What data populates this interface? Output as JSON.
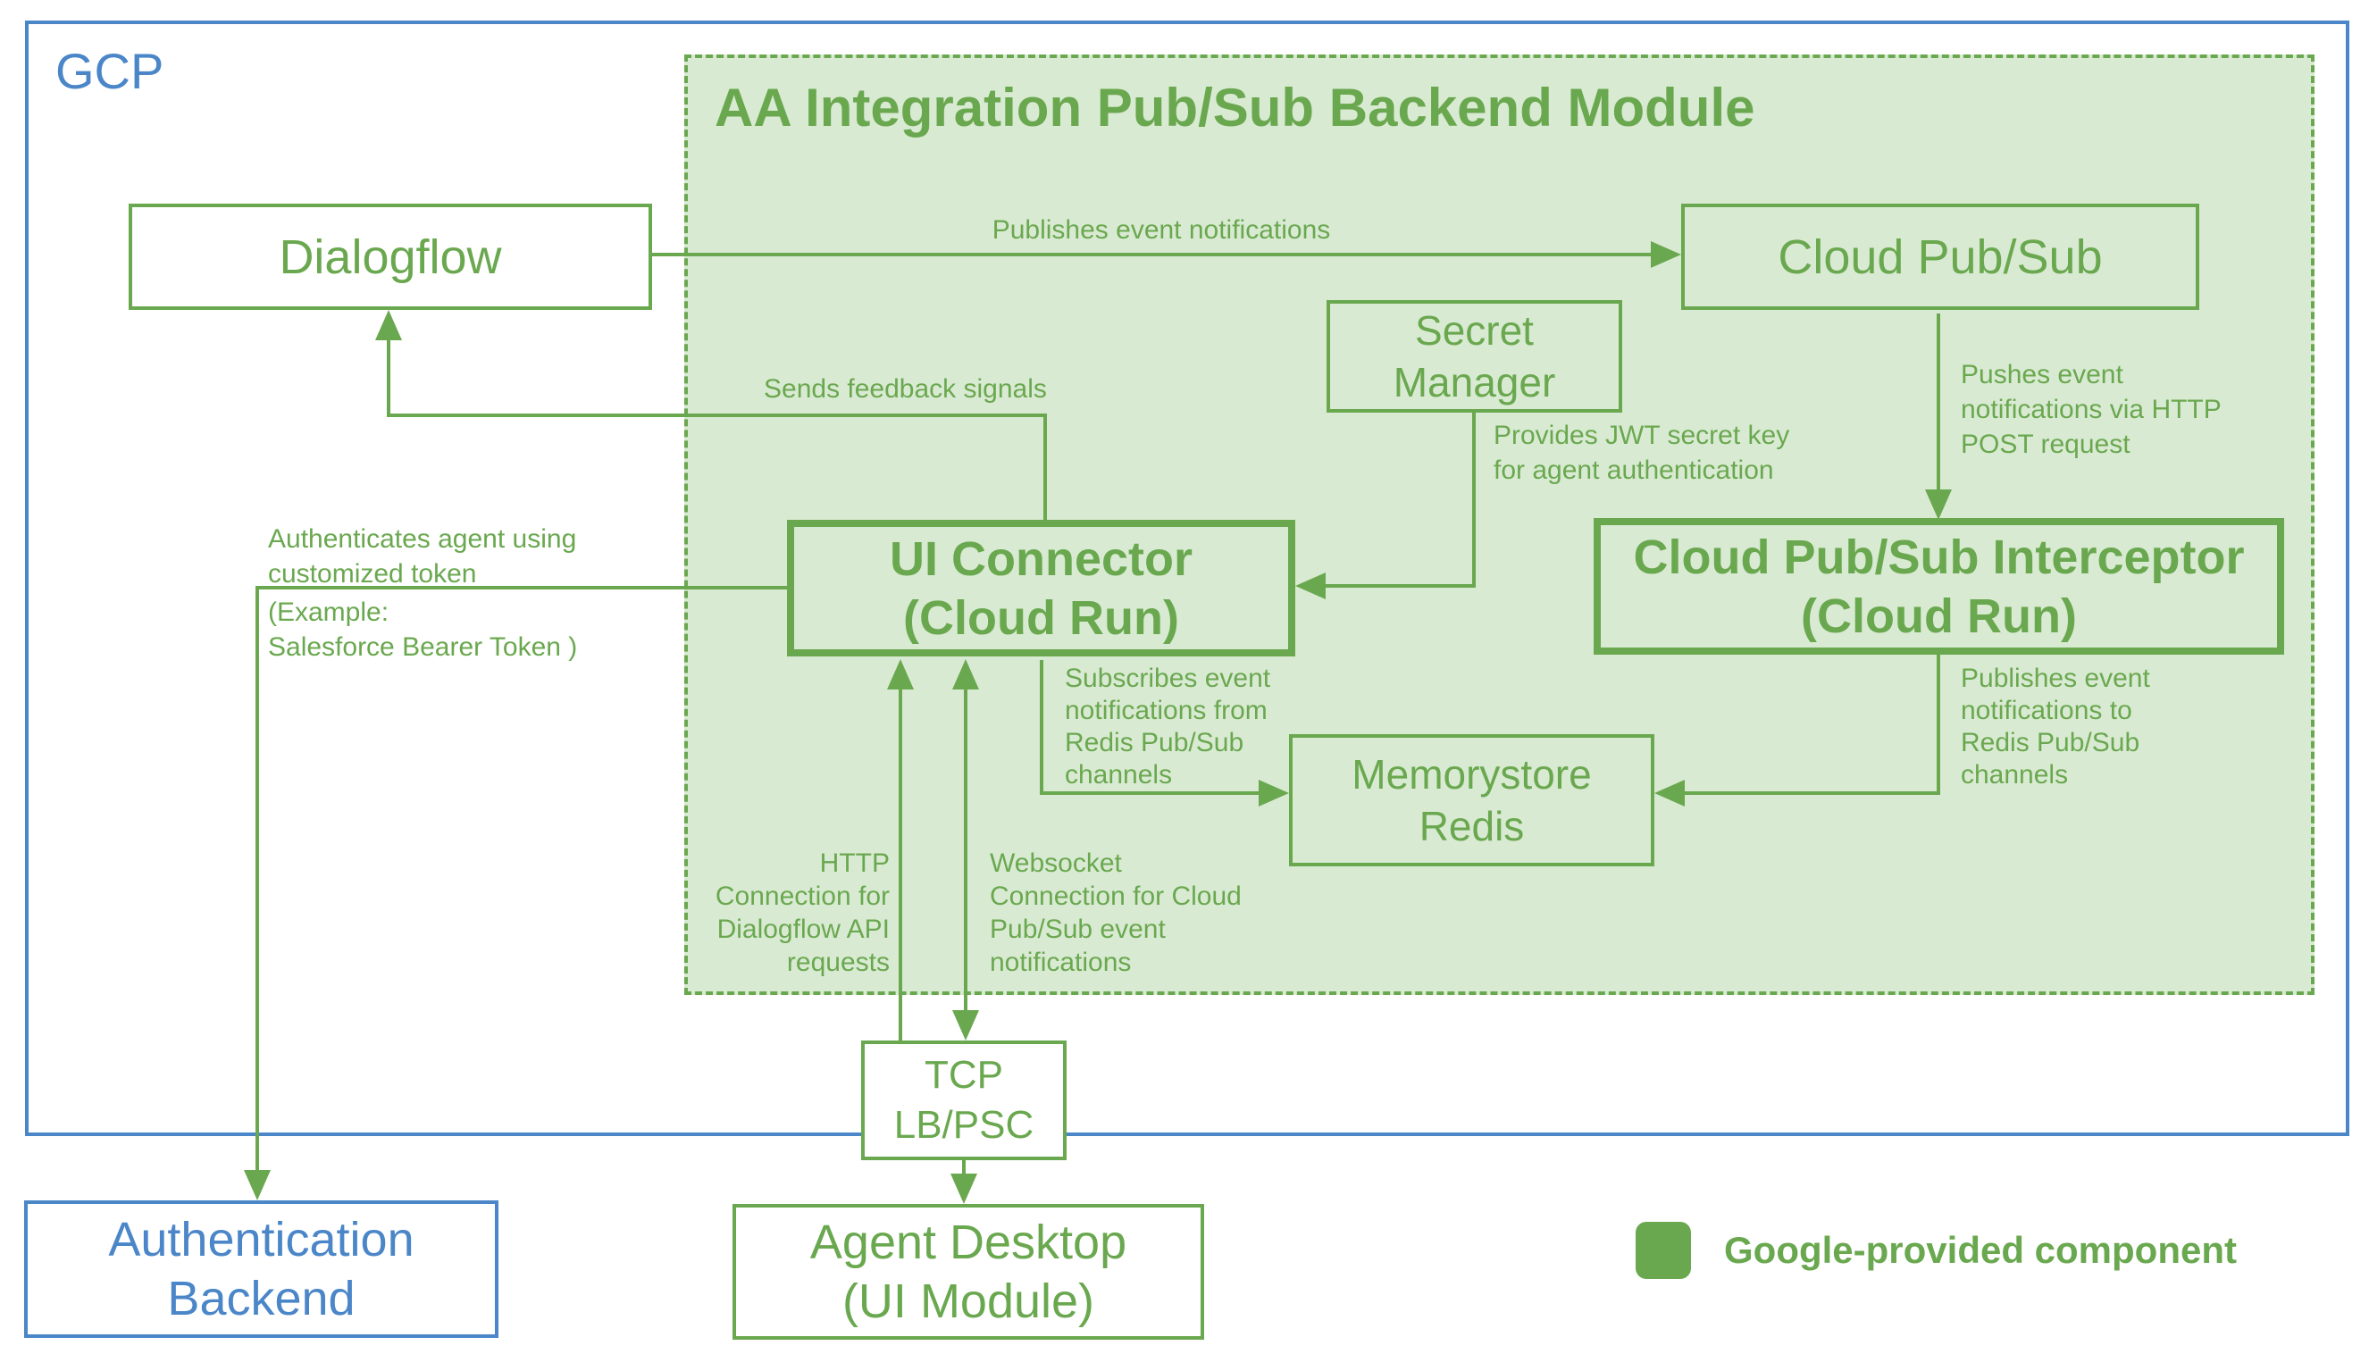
{
  "colors": {
    "green": "#6aa84f",
    "green_fill": "#d9ead3",
    "blue": "#4a86c8"
  },
  "gcp": {
    "label": "GCP"
  },
  "module": {
    "title": "AA Integration Pub/Sub Backend Module"
  },
  "nodes": {
    "dialogflow": "Dialogflow",
    "cloud_pubsub": "Cloud Pub/Sub",
    "secret_manager": "Secret\nManager",
    "ui_connector": "UI Connector\n(Cloud Run)",
    "interceptor": "Cloud Pub/Sub Interceptor\n(Cloud Run)",
    "memorystore": "Memorystore\nRedis",
    "tcp_lb": "TCP\nLB/PSC",
    "auth_backend": "Authentication\nBackend",
    "agent_desktop": "Agent Desktop\n(UI Module)"
  },
  "edges": {
    "publishes": "Publishes event notifications",
    "pushes": "Pushes event\nnotifications via HTTP\nPOST request",
    "provides_jwt": "Provides JWT secret key\nfor agent authentication",
    "feedback": "Sends feedback signals",
    "auth_token_top": "Authenticates agent using\ncustomized token",
    "auth_token_bottom": "(Example:\nSalesforce Bearer Token )",
    "subscribes": "Subscribes event\nnotifications from\nRedis Pub/Sub\nchannels",
    "publishes_redis": "Publishes event\nnotifications to\nRedis Pub/Sub\nchannels",
    "http_conn": "HTTP\nConnection for\nDialogflow API\nrequests",
    "ws_conn": "Websocket\nConnection for Cloud\nPub/Sub event\nnotifications"
  },
  "legend": {
    "label": "Google-provided component"
  }
}
